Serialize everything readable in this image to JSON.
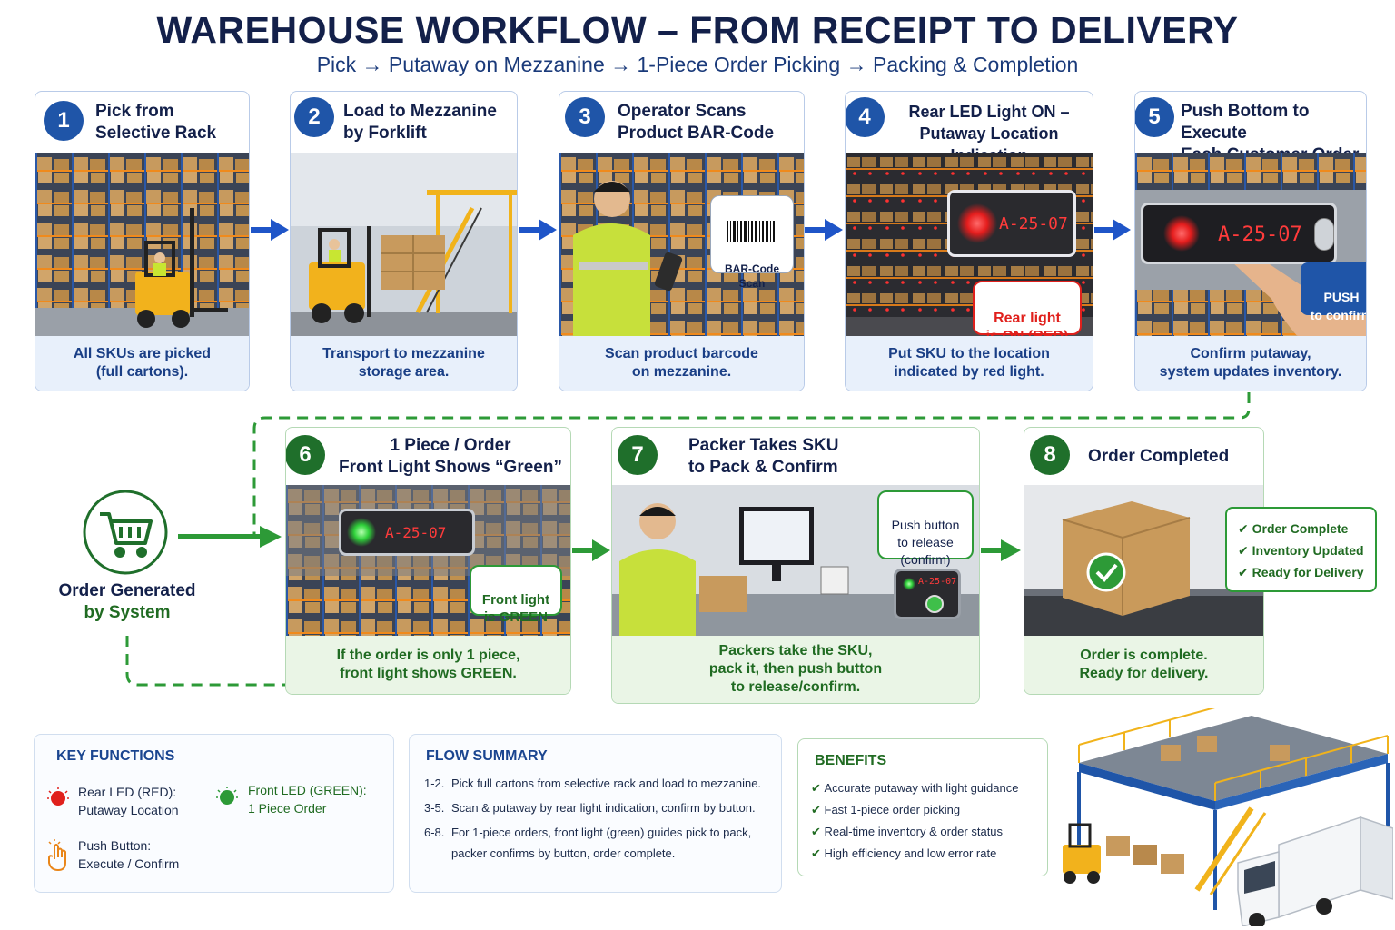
{
  "title": "WAREHOUSE WORKFLOW – FROM RECEIPT TO DELIVERY",
  "subtitle": "Pick → Putaway on Mezzanine → 1-Piece Order Picking → Packing & Completion",
  "steps": [
    {
      "num": "1",
      "title": "Pick from\nSelective Rack",
      "desc": "All SKUs are picked\n(full cartons)."
    },
    {
      "num": "2",
      "title": "Load to Mezzanine\nby Forklift",
      "desc": "Transport to mezzanine\nstorage area."
    },
    {
      "num": "3",
      "title": "Operator Scans\nProduct BAR-Code",
      "desc": "Scan product barcode\non mezzanine.",
      "callout": "BAR-Code\nScan"
    },
    {
      "num": "4",
      "title": "Rear LED Light ON –\nPutaway Location Indication",
      "desc": "Put SKU to the location\nindicated by red light.",
      "led": "A-25-07",
      "callout": "Rear light\nis ON (RED)"
    },
    {
      "num": "5",
      "title": "Push Bottom to Execute\nEach Customer Order",
      "desc": "Confirm putaway,\nsystem updates inventory.",
      "led": "A-25-07",
      "callout": "PUSH\nto confirm"
    },
    {
      "num": "6",
      "title": "1 Piece / Order\nFront Light Shows “Green”",
      "desc": "If the order is only 1 piece,\nfront light shows GREEN.",
      "led": "A-25-07",
      "callout": "Front light\nis GREEN"
    },
    {
      "num": "7",
      "title": "Packer Takes SKU\nto Pack & Confirm",
      "desc": "Packers take the SKU,\npack it, then push button\nto release/confirm.",
      "led": "A-25-07",
      "callout": "Push button\nto release\n(confirm)"
    },
    {
      "num": "8",
      "title": "Order Completed",
      "desc": "Order is complete.\nReady for delivery.",
      "checks": [
        "Order Complete",
        "Inventory Updated",
        "Ready for Delivery"
      ]
    }
  ],
  "order_generated": {
    "line1": "Order Generated",
    "line2": "by System"
  },
  "key_functions": {
    "title": "KEY FUNCTIONS",
    "rear_led": "Rear LED (RED):\nPutaway Location",
    "front_led": "Front LED (GREEN):\n1 Piece Order",
    "push": "Push Button:\nExecute / Confirm"
  },
  "flow_summary": {
    "title": "FLOW SUMMARY",
    "rows": [
      {
        "n": "1-2.",
        "t": "Pick full cartons from selective rack and load to mezzanine."
      },
      {
        "n": "3-5.",
        "t": "Scan & putaway by rear light indication, confirm by button."
      },
      {
        "n": "6-8.",
        "t": "For 1-piece orders, front light (green) guides pick to pack,"
      },
      {
        "n": "",
        "t": "packer confirms by button, order complete."
      }
    ]
  },
  "benefits": {
    "title": "BENEFITS",
    "items": [
      "Accurate putaway with light guidance",
      "Fast 1-piece order picking",
      "Real-time inventory & order status",
      "High efficiency and low error rate"
    ]
  },
  "colors": {
    "blue": "#1f55a8",
    "green": "#1f6f2b",
    "red": "#e0201c",
    "arrow_blue": "#1f55c8",
    "arrow_green": "#2d9a37"
  }
}
